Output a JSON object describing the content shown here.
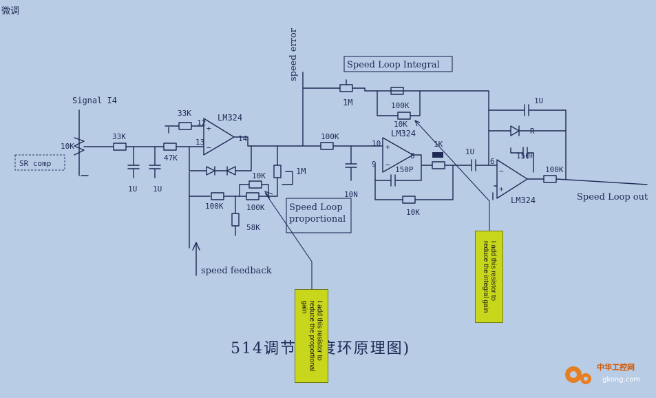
{
  "title": "514调节(速度环原理图)",
  "corner_text": "微调",
  "labels": {
    "signal_in": "Signal I4",
    "input_res_pot": "10K",
    "input_box": "SR comp",
    "r33k_a": "33K",
    "r33k_b": "33K",
    "r47k": "47K",
    "cap_1u_a": "1U",
    "cap_1u_b": "1U",
    "opamp1": "LM324",
    "pin12": "12",
    "pin13": "13",
    "pin14": "14",
    "r10k_prop": "10K",
    "pot_1m_prop": "1M",
    "r100k_a": "100K",
    "r100k_b": "100K",
    "r58k": "58K",
    "speed_loop_proportional": "Speed Loop\nproportional",
    "speed_feedback": "speed feedback",
    "speed_error": "speed error",
    "r100k_mid": "100K",
    "cap_10n": "10N",
    "speed_loop_integral": "Speed Loop Integral",
    "pot_1m_int": "1M",
    "r100k_int": "100K",
    "r10k_int": "10K",
    "opamp2": "LM324",
    "pin10": "10",
    "pin8": "8",
    "pin9": "9",
    "cap_150p_a": "150P",
    "r10k_fb": "10K",
    "r1k": "1K",
    "cap_1u_c": "1U",
    "cap_1u_d": "1U",
    "cap_150p_b": "150P",
    "opamp3": "LM324",
    "pin6": "6",
    "r100k_out": "100K",
    "speed_loop_out": "Speed Loop out"
  },
  "notes": {
    "integral": "I add this resistor to\nreduce the integral gain",
    "proportional": "I add this resistor to\nreduce the proportional\ngain"
  },
  "logo": {
    "text": "中华工控网",
    "url": "gkong.com"
  },
  "colors": {
    "background": "#b8cce5",
    "ink": "#1e2a55",
    "note_fill": "#c8d61c",
    "logo_orange": "#e67e22"
  }
}
